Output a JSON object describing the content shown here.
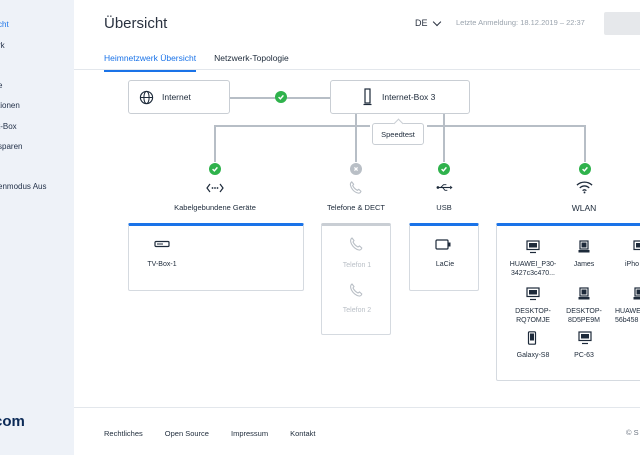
{
  "sidebar": {
    "items": [
      {
        "label": "cht",
        "active": true
      },
      {
        "label": "rk"
      },
      {
        "label": "e"
      },
      {
        "label": "tionen"
      },
      {
        "label": "t-Box"
      },
      {
        "label": "sparen"
      },
      {
        "label": "enmodus Aus"
      }
    ],
    "brand": "com"
  },
  "header": {
    "title": "Übersicht",
    "language": "DE",
    "last_login": "Letzte Anmeldung: 18.12.2019 – 22:37"
  },
  "tabs": [
    {
      "label": "Heimnetzwerk Übersicht",
      "active": true
    },
    {
      "label": "Netzwerk-Topologie"
    }
  ],
  "topology": {
    "internet_label": "Internet",
    "internet_box_label": "Internet-Box 3",
    "speedtest_label": "Speedtest",
    "categories": {
      "wired": {
        "label": "Kabelgebundene Geräte",
        "status": "ok",
        "devices": [
          "TV-Box-1"
        ]
      },
      "phone": {
        "label": "Telefone & DECT",
        "status": "off",
        "devices": [
          "Telefon 1",
          "Telefon 2"
        ]
      },
      "usb": {
        "label": "USB",
        "status": "ok",
        "devices": [
          "LaCie"
        ]
      },
      "wlan": {
        "label": "WLAN",
        "status": "ok",
        "devices": [
          {
            "line1": "HUAWEI_P30-",
            "line2": "3427c3c470..."
          },
          {
            "line1": "James",
            "line2": ""
          },
          {
            "line1": "iPho",
            "line2": ""
          },
          {
            "line1": "DESKTOP-",
            "line2": "RQ7OMJE"
          },
          {
            "line1": "DESKTOP-",
            "line2": "8D5PE9M"
          },
          {
            "line1": "HUAWE",
            "line2": "56b458"
          },
          {
            "line1": "Galaxy-S8",
            "line2": ""
          },
          {
            "line1": "PC-63",
            "line2": ""
          }
        ]
      }
    }
  },
  "footer": {
    "links": [
      "Rechtliches",
      "Open Source",
      "Impressum",
      "Kontakt"
    ],
    "copyright": "© S"
  },
  "colors": {
    "accent": "#1a73e8",
    "ok": "#2fb24c",
    "inactive": "#b9bfc6"
  }
}
